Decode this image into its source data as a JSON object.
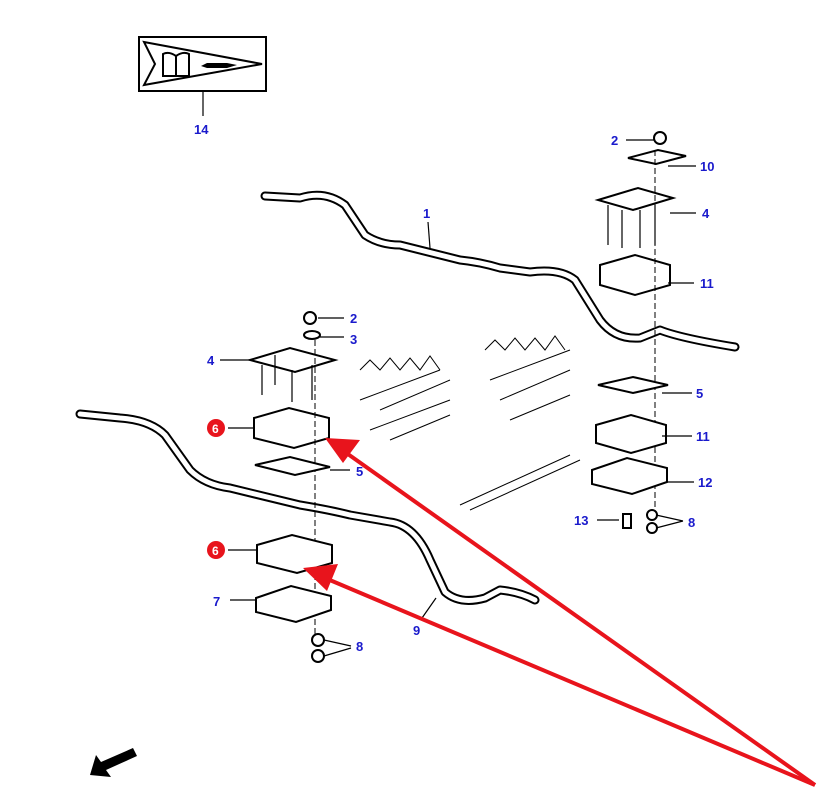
{
  "diagram": {
    "manual_icon": "manual-reference-pennant-icon",
    "callouts": {
      "c14": "14",
      "c1": "1",
      "c2_right": "2",
      "c10": "10",
      "c4_right": "4",
      "c11_top": "11",
      "c5_right": "5",
      "c11_bottom": "11",
      "c12": "12",
      "c13": "13",
      "c8_right": "8",
      "c2_left": "2",
      "c3": "3",
      "c4_left": "4",
      "c6_top": "6",
      "c5_left": "5",
      "c6_bottom": "6",
      "c7": "7",
      "c9": "9",
      "c8_left": "8"
    },
    "colors": {
      "callout_text": "#1a1acc",
      "highlight": "#e8141c",
      "arrow": "#e8141c"
    }
  }
}
